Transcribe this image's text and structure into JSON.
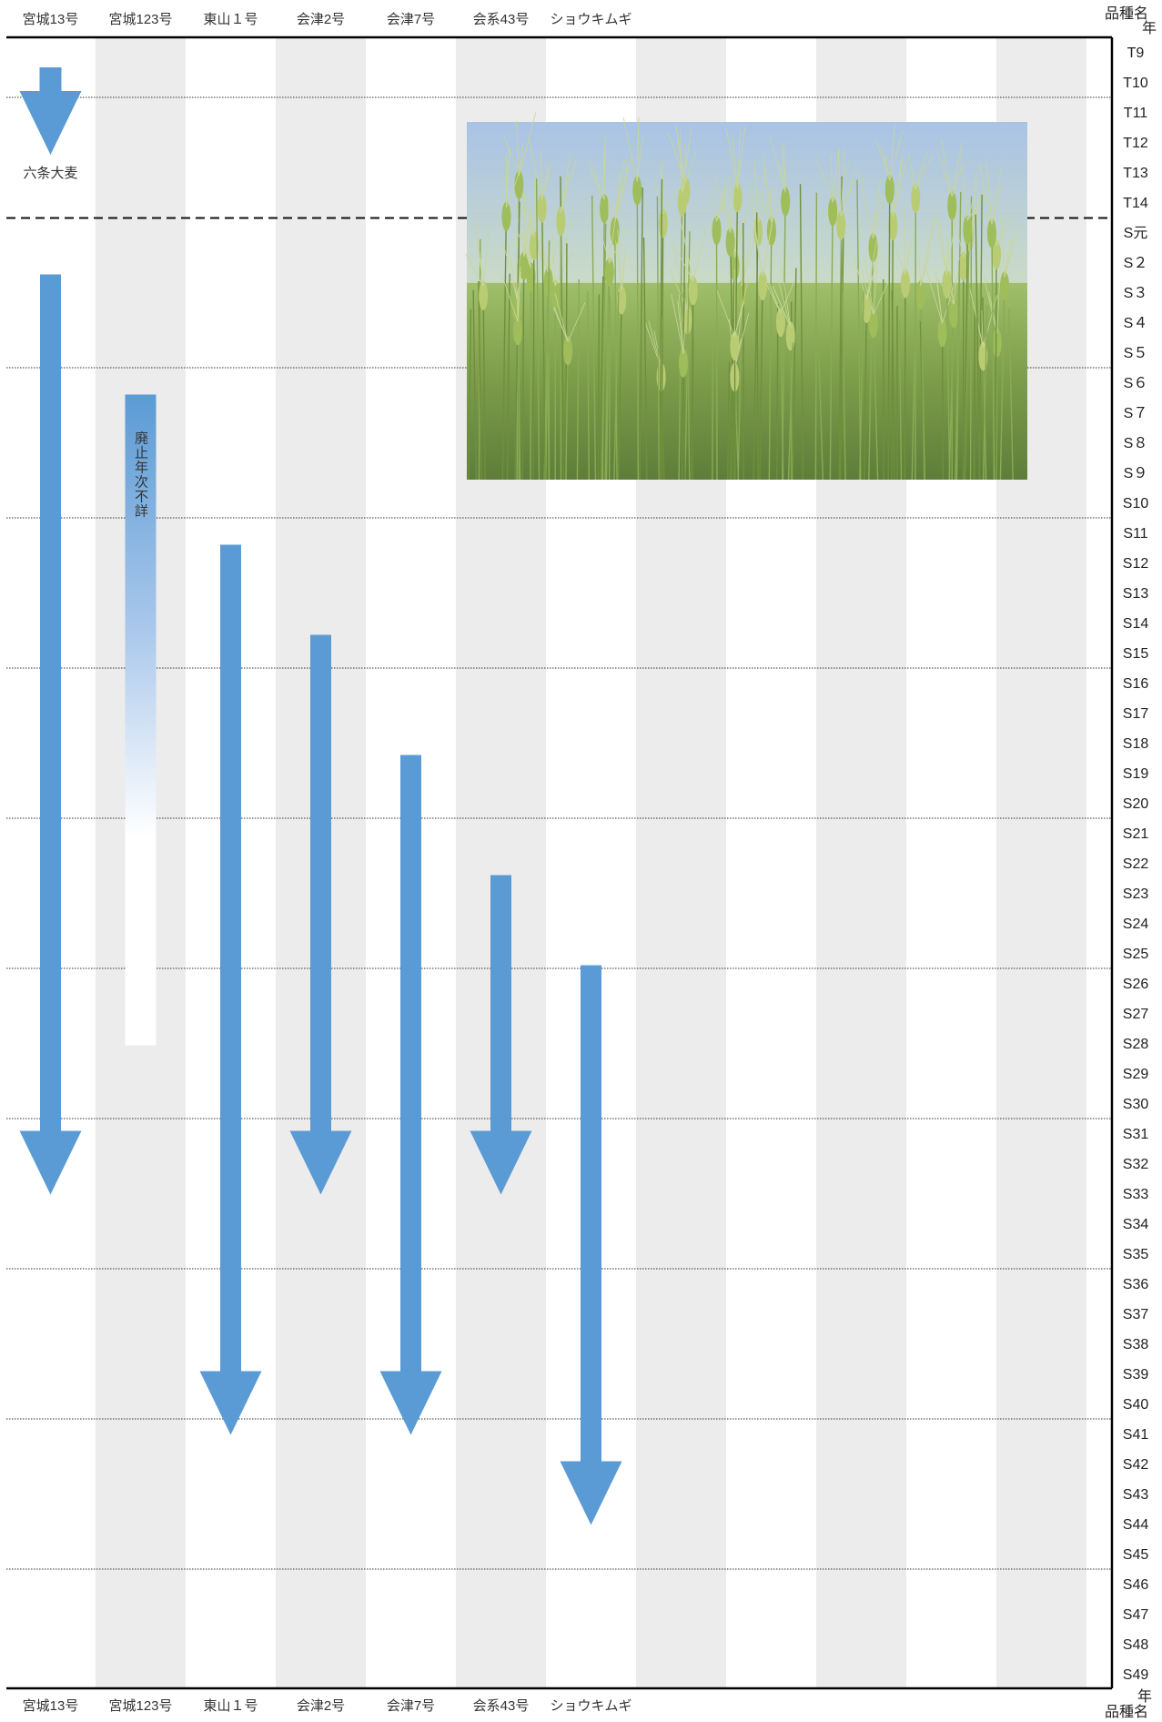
{
  "chart_data": {
    "type": "bar",
    "corner_label": {
      "top": "品種名",
      "bottom": "年"
    },
    "categories": [
      "宮城13号",
      "宮城123号",
      "東山１号",
      "会津2号",
      "会津7号",
      "会系43号",
      "ショウキムギ"
    ],
    "years": [
      "T9",
      "T10",
      "T11",
      "T12",
      "T13",
      "T14",
      "S元",
      "S２",
      "S３",
      "S４",
      "S５",
      "S６",
      "S７",
      "S８",
      "S９",
      "S10",
      "S11",
      "S12",
      "S13",
      "S14",
      "S15",
      "S16",
      "S17",
      "S18",
      "S19",
      "S20",
      "S21",
      "S22",
      "S23",
      "S24",
      "S25",
      "S26",
      "S27",
      "S28",
      "S29",
      "S30",
      "S31",
      "S32",
      "S33",
      "S34",
      "S35",
      "S36",
      "S37",
      "S38",
      "S39",
      "S40",
      "S41",
      "S42",
      "S43",
      "S44",
      "S45",
      "S46",
      "S47",
      "S48",
      "S49"
    ],
    "legend_arrow_label": "六条大麦",
    "series": [
      {
        "category": "宮城13号",
        "start": "S３",
        "end": "S33"
      },
      {
        "category": "宮城123号",
        "start": "S７",
        "end": "S28",
        "note": "廃止年次不詳"
      },
      {
        "category": "東山１号",
        "start": "S12",
        "end": "S41"
      },
      {
        "category": "会津2号",
        "start": "S15",
        "end": "S33"
      },
      {
        "category": "会津7号",
        "start": "S19",
        "end": "S41"
      },
      {
        "category": "会系43号",
        "start": "S23",
        "end": "S33"
      },
      {
        "category": "ショウキムギ",
        "start": "S26",
        "end": "S44"
      }
    ],
    "grid": true,
    "colors": {
      "arrow": "#5b9bd5",
      "column_band": "#ececec",
      "photo_sky": "#a9c3e6",
      "photo_field": "#7c9c4a"
    }
  }
}
